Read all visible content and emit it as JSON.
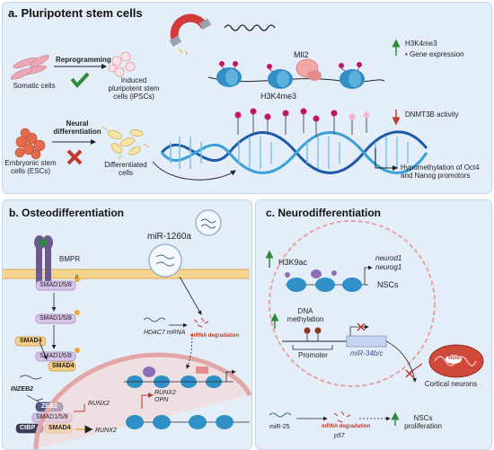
{
  "panel_a": {
    "title": "a. Pluripotent stem cells",
    "somatic_cells": "Somatic cells",
    "reprogramming": "Reprogramming",
    "ipsc": "Induced pluripotent stem cells (iPSCs)",
    "mll2": "Mll2",
    "h3k4me3": "H3K4me3",
    "up_h3k4me3": "H3K4me3",
    "gene_expression": "Gene expression",
    "esc": "Embryonic stem cells (ESCs)",
    "neural_differentiation": "Neural differentiation",
    "differentiated_cells": "Differentiated cells",
    "dnmt3b": "DNMT3B activity",
    "hypomethylation": "Hypomethylation of Oct4 and Nanog promotors"
  },
  "panel_b": {
    "title": "b. Osteodifferentiation",
    "bmpr": "BMPR",
    "mir": "miR-1260a",
    "smad158_a": "SMAD1/5/8",
    "smad158_b": "SMAD1/5/8",
    "smad158_c": "SMAD1/5/8",
    "smad158_d": "SMAD1/5/8",
    "smad4_a": "SMAD4",
    "smad4_b": "SMAD4",
    "smad4_c": "SMAD4",
    "hdac7": "HDAC7 mRNA",
    "mrna_degradation": "mRNA degradation",
    "inzeb2": "INZEB2",
    "zeb2": "ZEB2",
    "ctbp": "CtBP",
    "runx2_a": "RUNX2",
    "runx2_b": "RUNX2",
    "runx2_opn": "RUNX2\nOPN",
    "p_label": "P"
  },
  "panel_c": {
    "title": "c. Neurodifferentiation",
    "h3k9ac": "H3K9ac",
    "neurod1": "neurod1",
    "neurog1": "neurog1",
    "nscs": "NSCs",
    "dna_methylation": "DNA methylation",
    "promoter": "Promoter",
    "mir34": "miR-34b/c",
    "ros": "ROS",
    "cortical_neurons": "Cortical neurons",
    "mir25": "miR-25",
    "mrna_degradation": "mRNA degradation",
    "p57": "p57",
    "nscs_prolif": "NSCs proliferation"
  },
  "colors": {
    "panel_bg": "#e4eef8",
    "nucleosome": "#2f8fc6",
    "dna_blue": "#2a6fb5",
    "magenta": "#c2185b",
    "smad_fill": "#d8c3ea",
    "smad4_fill": "#f3cd8a",
    "membrane": "#f0c36b",
    "arrow_green": "#2e8b3a",
    "arrow_red": "#c0392b"
  }
}
